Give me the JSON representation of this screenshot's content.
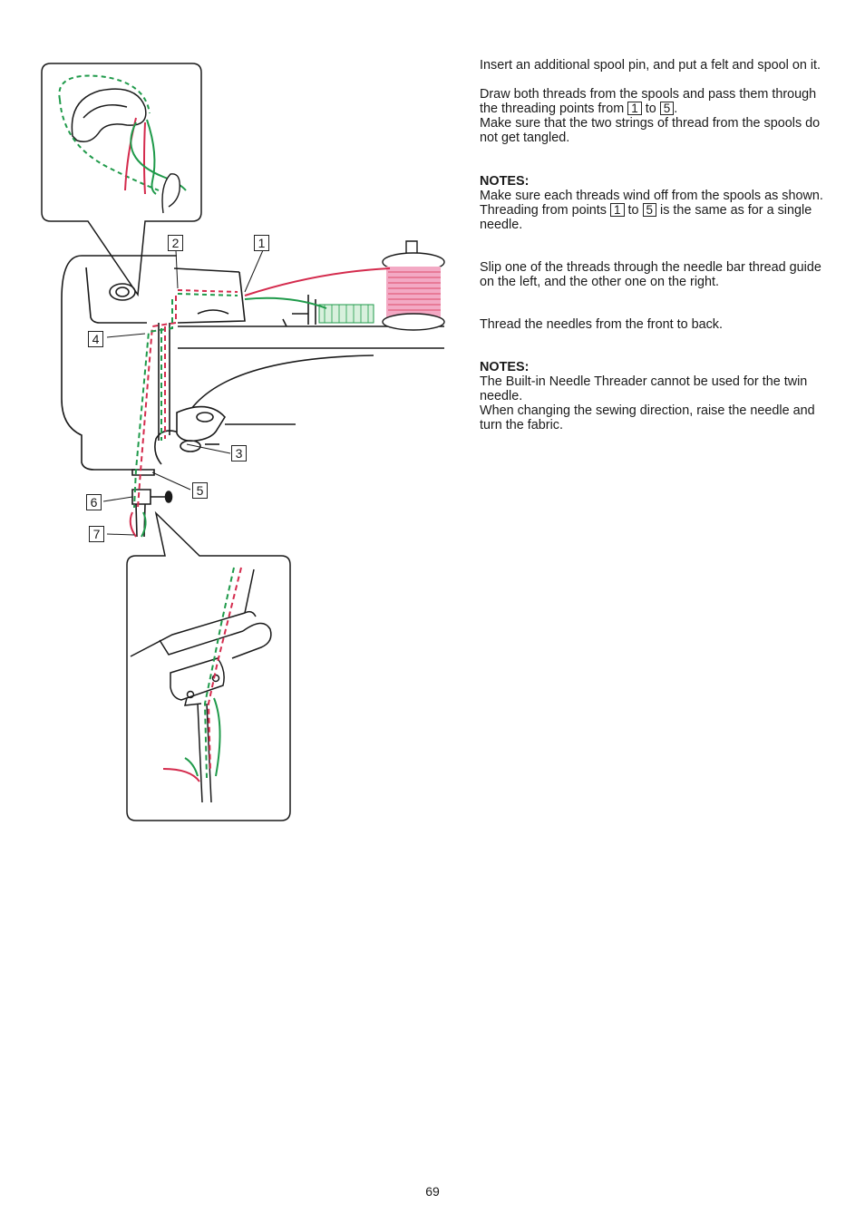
{
  "intro": {
    "p1": "Insert an additional spool pin, and put a felt and spool on it.",
    "p2_a": "Draw both threads from the spools and pass them through the threading points from",
    "p2_num1": "1",
    "p2_to": "to",
    "p2_num2": "5",
    "p2_end": ".",
    "p3": "Make sure that the two strings of thread from the spools do not get tangled."
  },
  "notes1": {
    "heading": "NOTES:",
    "line1": "Make sure each threads wind off from the spools as shown.",
    "line2_a": "Threading from points",
    "line2_num1": "1",
    "line2_to": "to",
    "line2_num2": "5",
    "line2_b": "is the same as for a single needle."
  },
  "slip": "Slip one of the threads through the needle bar thread guide on the left, and the other one on the right.",
  "thread_needles": "Thread the needles from the front to back.",
  "notes2": {
    "heading": "NOTES:",
    "line1": "The Built-in Needle Threader cannot be used for the twin needle.",
    "line2": "When changing the sewing direction, raise the needle and turn the fabric."
  },
  "callouts": [
    "1",
    "2",
    "3",
    "4",
    "5",
    "6",
    "7"
  ],
  "page_number": "69",
  "colors": {
    "red_thread": "#d42b4d",
    "green_thread": "#1f9a4a",
    "outline": "#1a1a1a"
  }
}
